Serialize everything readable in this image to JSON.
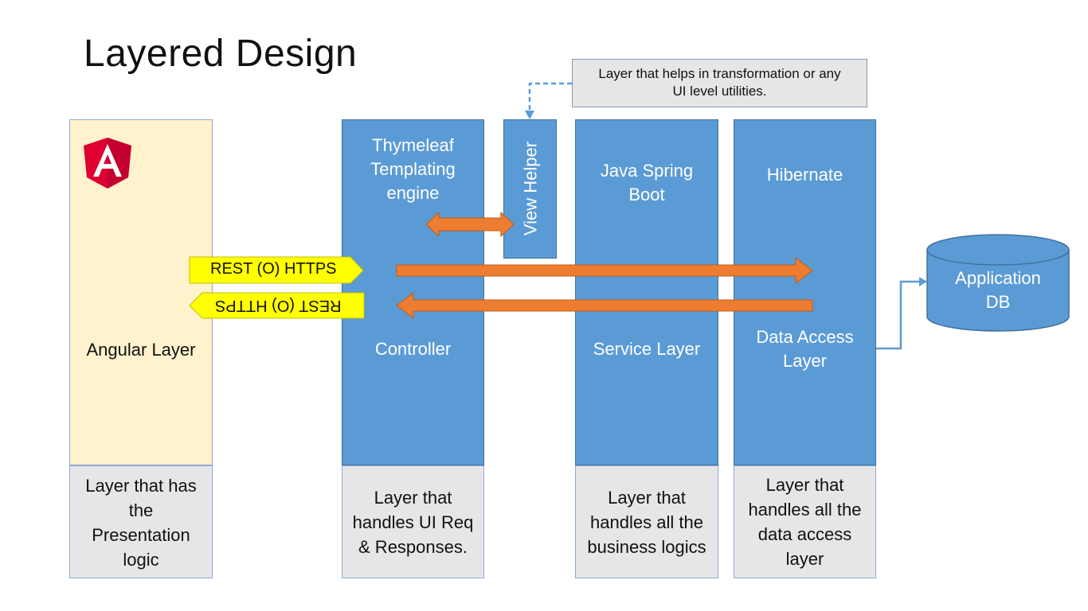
{
  "slide": {
    "title": "Layered Design"
  },
  "columns": {
    "angular": {
      "label": "Angular Layer",
      "logo_icon": "angular-logo-icon",
      "desc": "Layer that has\nthe\nPresentation\nlogic"
    },
    "controller": {
      "top": "Thymeleaf\nTemplating\nengine",
      "label": "Controller",
      "desc": "Layer that\nhandles UI Req\n& Responses."
    },
    "view_helper": {
      "label": "View Helper"
    },
    "service": {
      "top": "Java Spring\nBoot",
      "label": "Service Layer",
      "desc": "Layer that\nhandles all the\nbusiness logics"
    },
    "data_access": {
      "top": "Hibernate",
      "label": "Data Access\nLayer",
      "desc": "Layer that\nhandles all the\ndata access\nlayer"
    }
  },
  "view_helper_note": "Layer that helps in transformation or any\nUI level utilities.",
  "request_tag": "REST (O) HTTPS",
  "response_tag": "REST (O) HTTPS",
  "database": {
    "label": "Application\nDB"
  },
  "colors": {
    "layer_blue": "#5b9bd5",
    "arrow_orange": "#ed7d31",
    "tag_yellow": "#ffff00",
    "presentation_cream": "#fff2cc",
    "desc_grey": "#e7e6e6"
  }
}
